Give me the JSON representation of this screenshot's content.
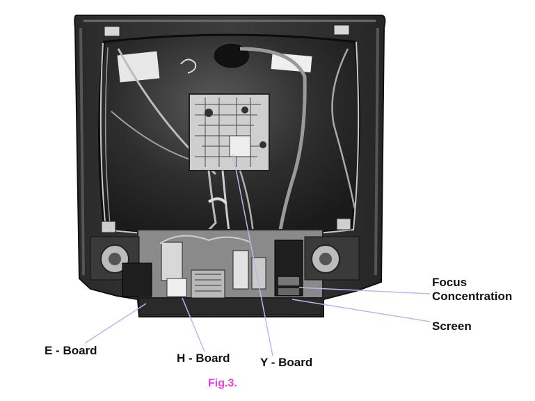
{
  "labels": {
    "focus_line1": "Focus",
    "focus_line2": "Concentration",
    "screen": "Screen",
    "e_board": "E - Board",
    "h_board": "H - Board",
    "y_board": "Y - Board"
  },
  "caption": "Fig.3.",
  "colors": {
    "leader_line": "#b8b8f0",
    "caption": "#e040e0",
    "label_text": "#111111"
  }
}
